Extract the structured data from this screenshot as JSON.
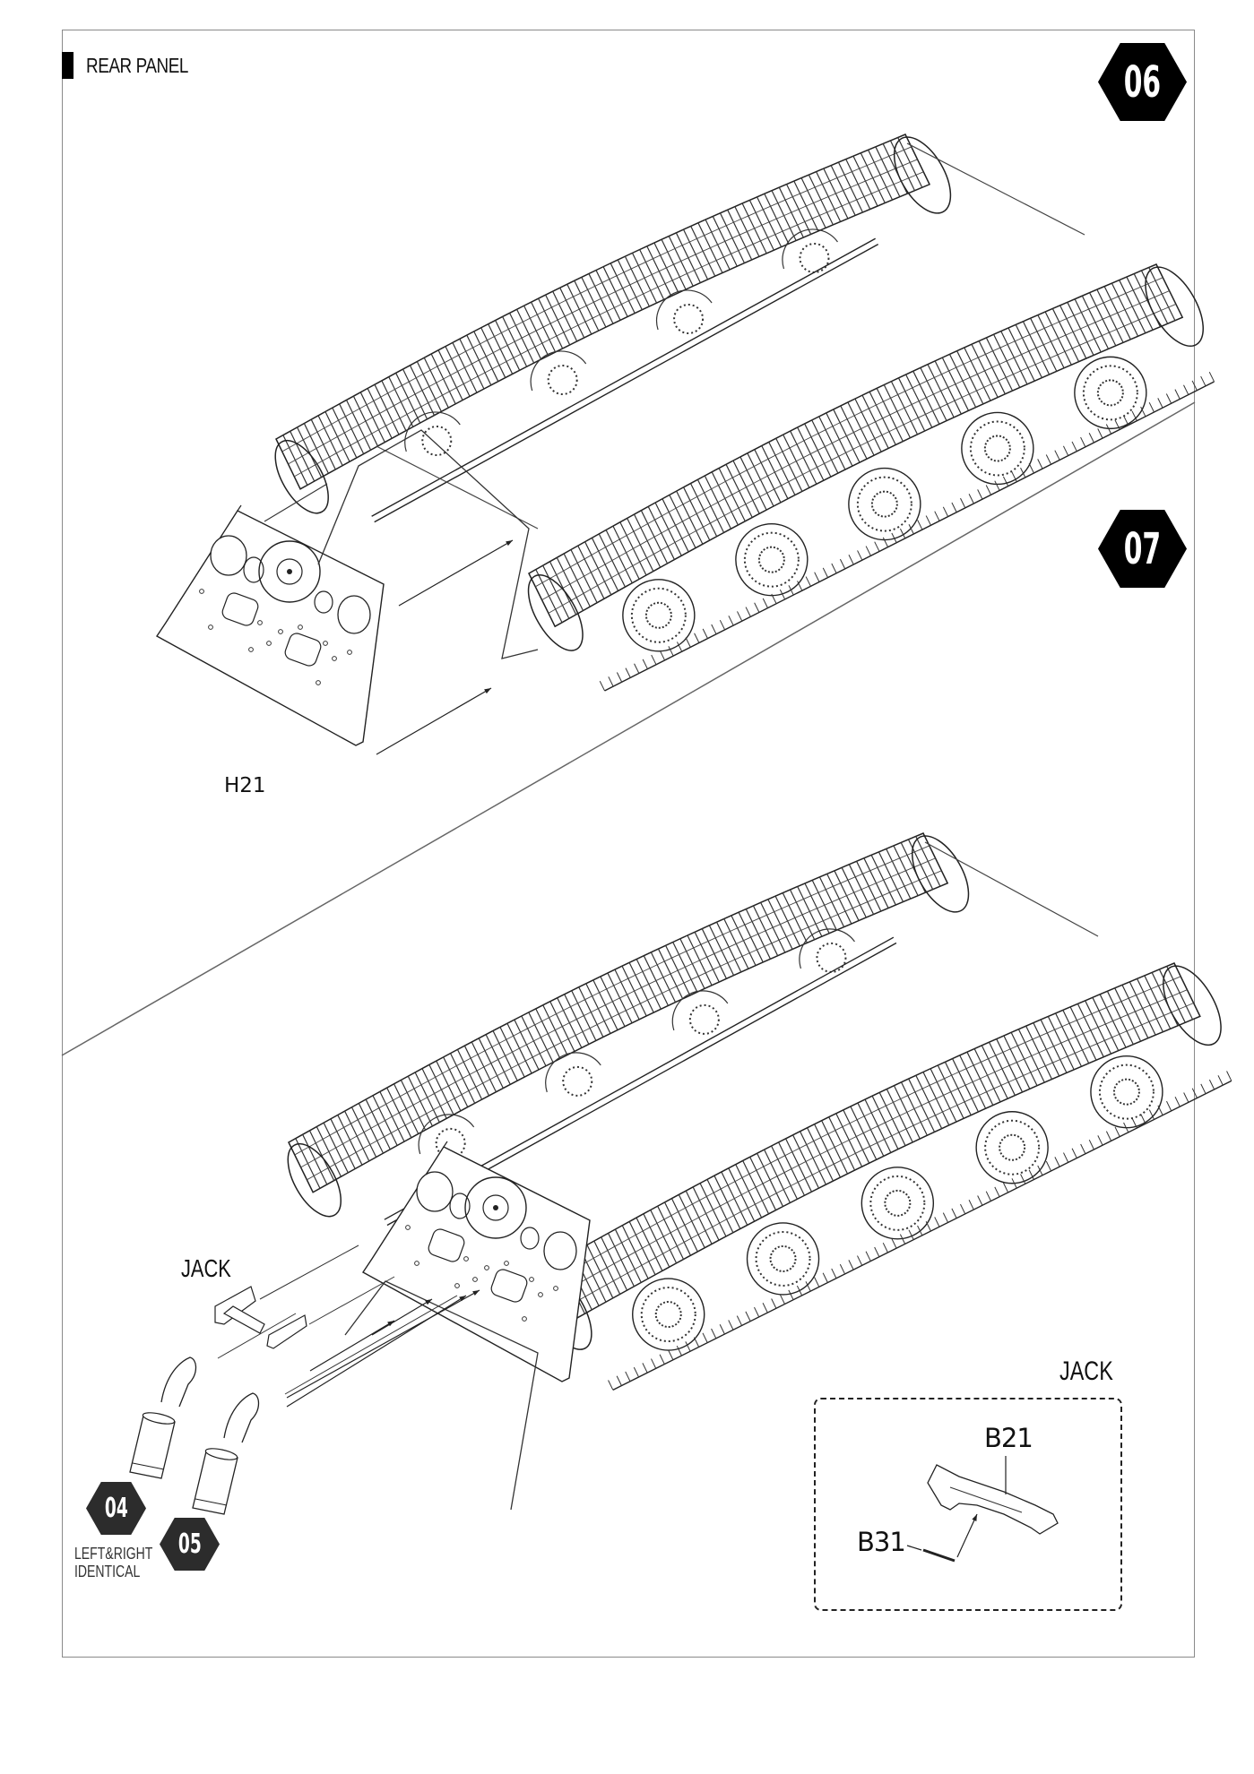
{
  "section": {
    "title": "REAR PANEL"
  },
  "steps": [
    {
      "number": "06"
    },
    {
      "number": "07"
    }
  ],
  "step06": {
    "part_labels": [
      "H21"
    ]
  },
  "step07": {
    "jack_label": "JACK",
    "exhaust_step_badges": [
      "04",
      "05"
    ],
    "exhaust_note_line1": "LEFT&RIGHT",
    "exhaust_note_line2": "IDENTICAL"
  },
  "inset": {
    "title": "JACK",
    "parts": [
      "B21",
      "B31"
    ]
  },
  "colors": {
    "ink": "#111111",
    "frame": "#8a8a8a",
    "step_badge": "#000000",
    "sub_badge": "#2c2c2c"
  }
}
